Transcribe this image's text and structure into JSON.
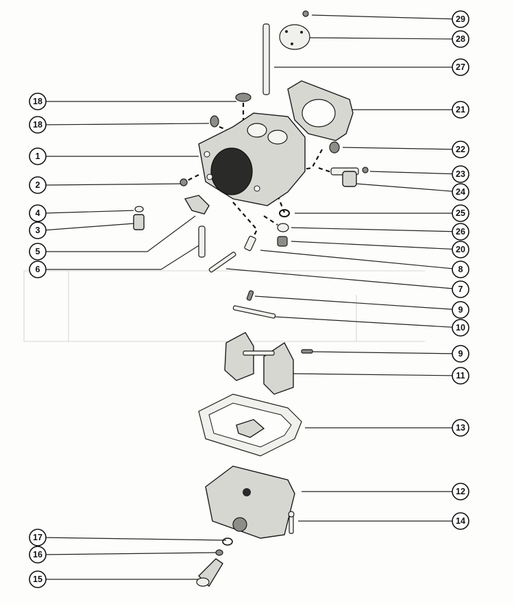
{
  "callouts": [
    {
      "id": "c1",
      "label": "1"
    },
    {
      "id": "c2",
      "label": "2"
    },
    {
      "id": "c3",
      "label": "3"
    },
    {
      "id": "c4",
      "label": "4"
    },
    {
      "id": "c5",
      "label": "5"
    },
    {
      "id": "c6",
      "label": "6"
    },
    {
      "id": "c7",
      "label": "7"
    },
    {
      "id": "c8",
      "label": "8"
    },
    {
      "id": "c9a",
      "label": "9"
    },
    {
      "id": "c9b",
      "label": "9"
    },
    {
      "id": "c10",
      "label": "10"
    },
    {
      "id": "c11",
      "label": "11"
    },
    {
      "id": "c12",
      "label": "12"
    },
    {
      "id": "c13",
      "label": "13"
    },
    {
      "id": "c14",
      "label": "14"
    },
    {
      "id": "c15",
      "label": "15"
    },
    {
      "id": "c16",
      "label": "16"
    },
    {
      "id": "c17",
      "label": "17"
    },
    {
      "id": "c18a",
      "label": "18"
    },
    {
      "id": "c18b",
      "label": "18"
    },
    {
      "id": "c20",
      "label": "20"
    },
    {
      "id": "c21",
      "label": "21"
    },
    {
      "id": "c22",
      "label": "22"
    },
    {
      "id": "c23",
      "label": "23"
    },
    {
      "id": "c24",
      "label": "24"
    },
    {
      "id": "c25",
      "label": "25"
    },
    {
      "id": "c26",
      "label": "26"
    },
    {
      "id": "c27",
      "label": "27"
    },
    {
      "id": "c28",
      "label": "28"
    },
    {
      "id": "c29",
      "label": "29"
    }
  ]
}
